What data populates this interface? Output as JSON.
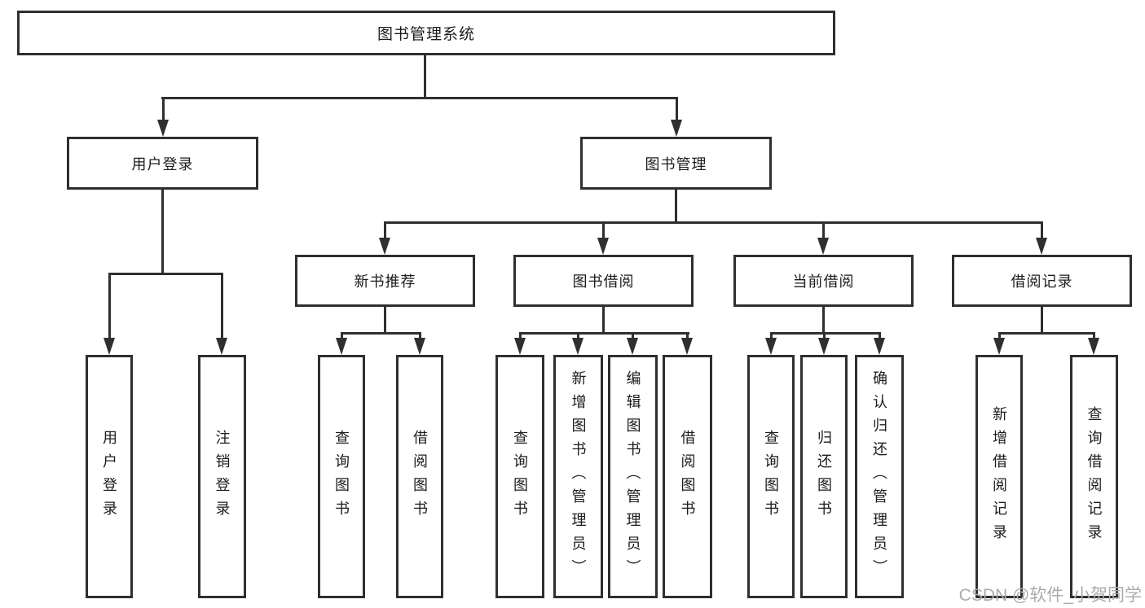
{
  "tree": {
    "root": {
      "label": "图书管理系统"
    },
    "children": [
      {
        "label": "用户登录",
        "children": [
          {
            "label": "用户登录"
          },
          {
            "label": "注销登录"
          }
        ]
      },
      {
        "label": "图书管理",
        "children": [
          {
            "label": "新书推荐",
            "children": [
              {
                "label": "查询图书"
              },
              {
                "label": "借阅图书"
              }
            ]
          },
          {
            "label": "图书借阅",
            "children": [
              {
                "label": "查询图书"
              },
              {
                "label": "新增图书（管理员）"
              },
              {
                "label": "编辑图书（管理员）"
              },
              {
                "label": "借阅图书"
              }
            ]
          },
          {
            "label": "当前借阅",
            "children": [
              {
                "label": "查询图书"
              },
              {
                "label": "归还图书"
              },
              {
                "label": "确认归还（管理员）"
              }
            ]
          },
          {
            "label": "借阅记录",
            "children": [
              {
                "label": "新增借阅记录"
              },
              {
                "label": "查询借阅记录"
              }
            ]
          }
        ]
      }
    ]
  },
  "watermark": {
    "text": "CSDN @软件_小贺同学"
  },
  "colors": {
    "line": "#2f2f2f",
    "text": "#1c1c1c",
    "watermark": "#ababab",
    "background": "#ffffff"
  }
}
